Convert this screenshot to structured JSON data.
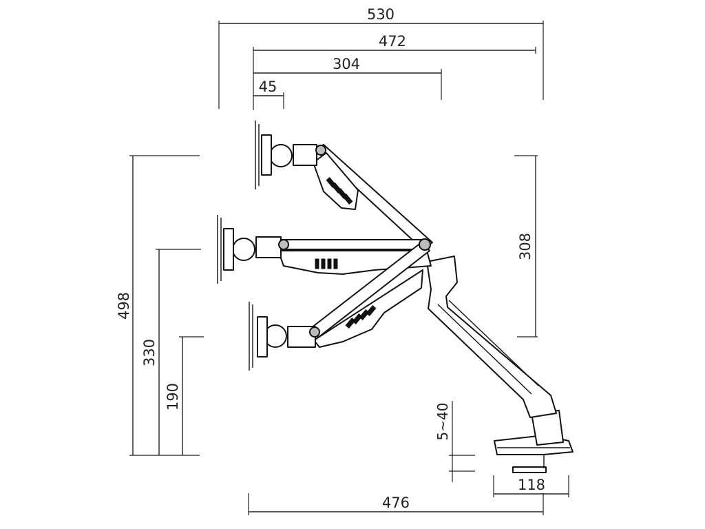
{
  "dimensions": {
    "overall_width": "530",
    "arm_reach": "472",
    "fold_reach": "304",
    "plate_offset": "45",
    "total_height": "498",
    "mid_height": "330",
    "low_height": "190",
    "lift_range": "308",
    "desk_thickness": "5~40",
    "clamp_depth": "118",
    "base_span": "476"
  }
}
